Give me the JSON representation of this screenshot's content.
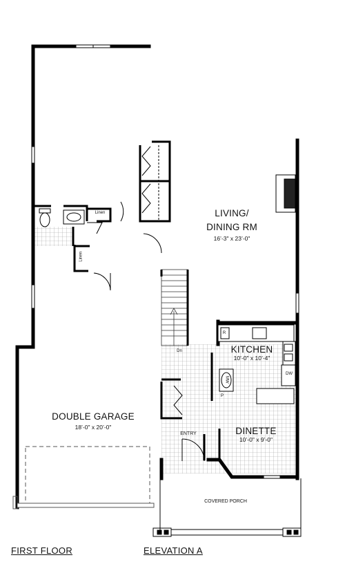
{
  "rooms": {
    "living_dining": {
      "name_line1": "LIVING/",
      "name_line2": "DINING RM",
      "dims": "16’-3\" x 23’-0\""
    },
    "kitchen": {
      "name": "KITCHEN",
      "dims": "10’-0\" x 10’-4\""
    },
    "dinette": {
      "name": "DINETTE",
      "dims": "10’-0\" x 9’-0\""
    },
    "garage": {
      "name": "DOUBLE GARAGE",
      "dims": "18’-0\" x 20’-0\""
    },
    "entry": {
      "name": "ENTRY"
    },
    "porch": {
      "name": "COVERED PORCH"
    }
  },
  "fixtures": {
    "linen_upper": "Linen",
    "linen_lower": "Linen",
    "down": "Dn",
    "refrigerator": "R",
    "dishwasher": "DW",
    "microwave": "MW",
    "pantry": "P"
  },
  "footer": {
    "floor": "FIRST FLOOR",
    "elevation": "ELEVATION A"
  }
}
